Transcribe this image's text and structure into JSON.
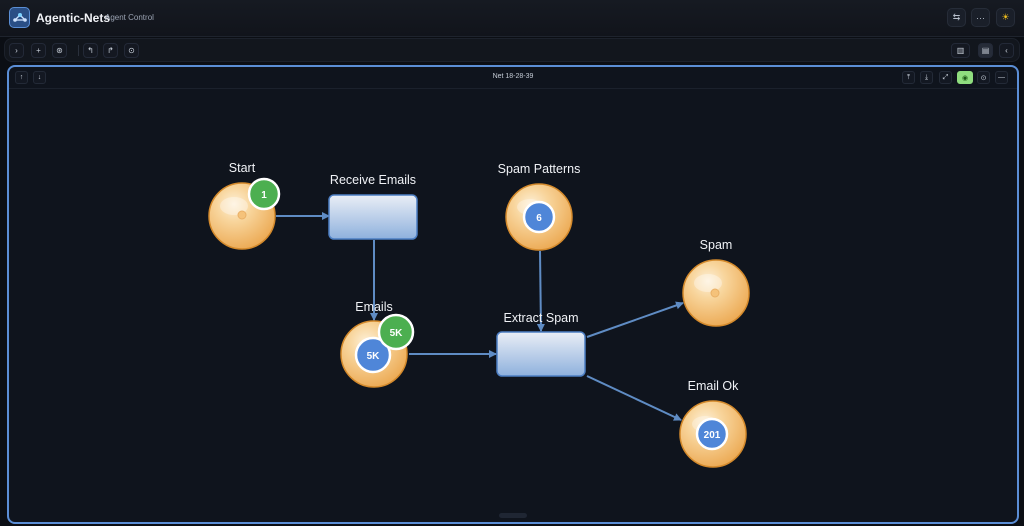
{
  "header": {
    "app_title": "Agentic-Nets",
    "app_subtitle": "Agent Control",
    "buttons": [
      {
        "name": "swap-icon",
        "glyph": "⇆"
      },
      {
        "name": "more-icon",
        "glyph": "···"
      },
      {
        "name": "theme-sun-icon",
        "glyph": "☀"
      }
    ]
  },
  "toolbar": {
    "left_buttons": [
      {
        "name": "expand-chevron-icon",
        "glyph": "›"
      },
      {
        "name": "add-icon",
        "glyph": "+"
      },
      {
        "name": "settings-icon",
        "glyph": "⊛"
      },
      {
        "name": "undo-icon",
        "glyph": "↰"
      },
      {
        "name": "redo-icon",
        "glyph": "↱"
      },
      {
        "name": "target-icon",
        "glyph": "⊙"
      }
    ],
    "right_buttons": [
      {
        "name": "columns-view-icon",
        "glyph": "▥"
      },
      {
        "name": "rows-view-icon",
        "glyph": "▤"
      },
      {
        "name": "collapse-chevron-icon",
        "glyph": "‹"
      }
    ]
  },
  "canvas": {
    "net_title": "Net 18-28-39",
    "left_buttons": [
      {
        "name": "move-up-icon",
        "glyph": "↑"
      },
      {
        "name": "move-down-icon",
        "glyph": "↓"
      }
    ],
    "right_buttons": [
      {
        "name": "export-up-icon",
        "glyph": "⤒",
        "active": false
      },
      {
        "name": "import-down-icon",
        "glyph": "⤓",
        "active": false
      },
      {
        "name": "expand-icon",
        "glyph": "⤢",
        "active": false
      },
      {
        "name": "eye-view-icon",
        "glyph": "◉",
        "active": true
      },
      {
        "name": "fit-view-icon",
        "glyph": "⊙",
        "active": false
      },
      {
        "name": "minimize-icon",
        "glyph": "—",
        "active": false
      }
    ]
  },
  "net": {
    "places": [
      {
        "id": "start",
        "label": "Start",
        "tokens": [
          {
            "value": "1",
            "color": "#4caf50"
          }
        ]
      },
      {
        "id": "emails",
        "label": "Emails",
        "tokens": [
          {
            "value": "5K",
            "color": "#4f86d8"
          },
          {
            "value": "5K",
            "color": "#4caf50"
          }
        ]
      },
      {
        "id": "spam-patterns",
        "label": "Spam Patterns",
        "tokens": [
          {
            "value": "6",
            "color": "#4f86d8"
          }
        ]
      },
      {
        "id": "spam",
        "label": "Spam",
        "tokens": []
      },
      {
        "id": "email-ok",
        "label": "Email Ok",
        "tokens": [
          {
            "value": "201",
            "color": "#4f86d8"
          }
        ]
      }
    ],
    "transitions": [
      {
        "id": "receive-emails",
        "label": "Receive Emails"
      },
      {
        "id": "extract-spam",
        "label": "Extract Spam"
      }
    ],
    "arcs": [
      {
        "from": "start",
        "to": "receive-emails"
      },
      {
        "from": "receive-emails",
        "to": "emails"
      },
      {
        "from": "emails",
        "to": "extract-spam"
      },
      {
        "from": "spam-patterns",
        "to": "extract-spam"
      },
      {
        "from": "extract-spam",
        "to": "spam"
      },
      {
        "from": "extract-spam",
        "to": "email-ok"
      }
    ]
  },
  "colors": {
    "accent": "#5b8ed6",
    "place_fill": "#f3bf6f",
    "token_green": "#4caf50",
    "token_blue": "#4f86d8",
    "active_button": "#8fdd7f"
  }
}
